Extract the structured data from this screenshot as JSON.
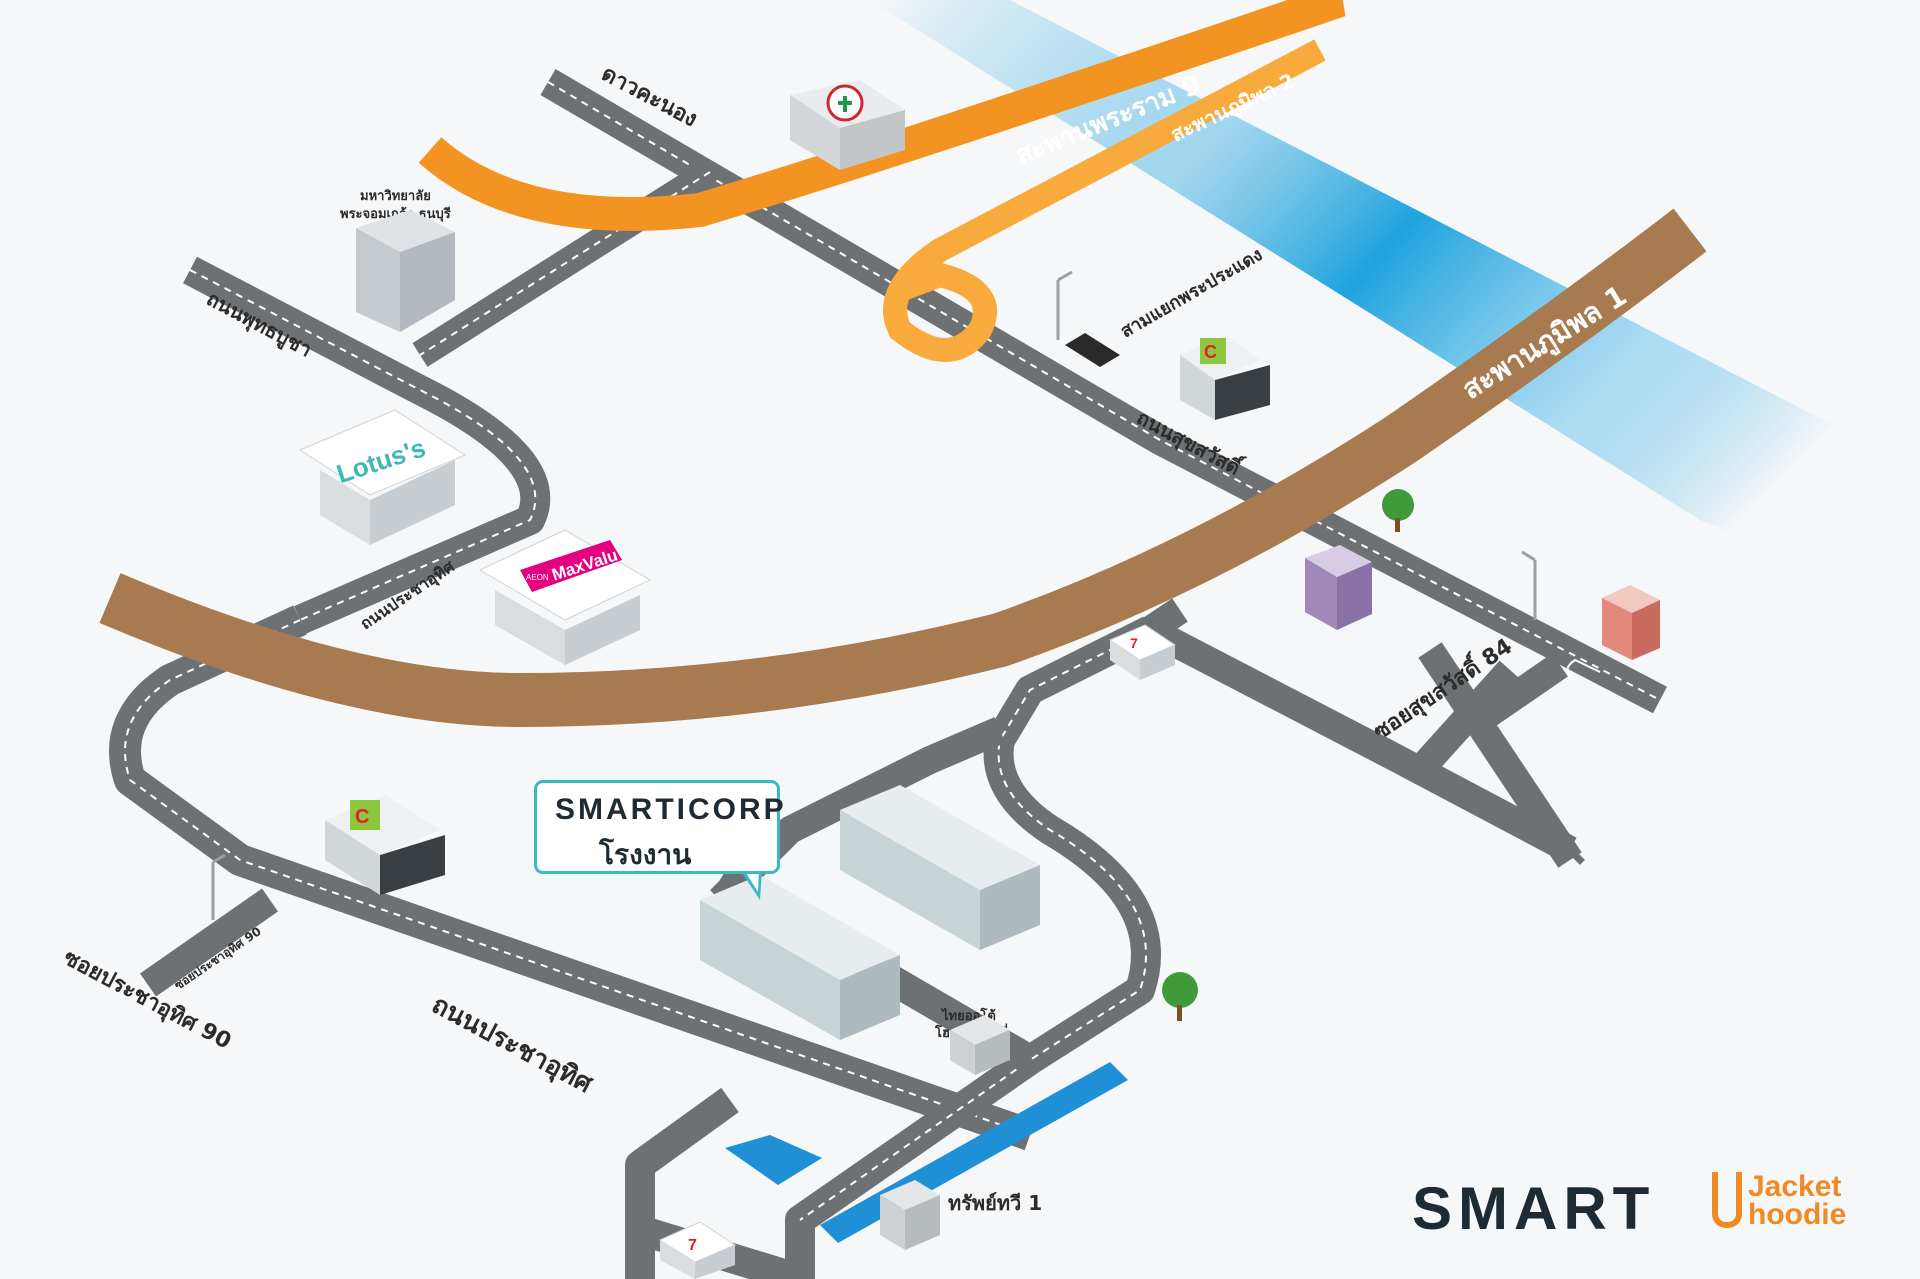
{
  "bridges": {
    "rama9": "สะพานพระราม 9",
    "bhumibol2": "สะพานภูมิพล 2",
    "bhumibol1": "สะพานภูมิพล 1"
  },
  "roads": {
    "dao_khanong": "ดาวคะนอง",
    "phutthabucha": "ถนนพุทธบูชา",
    "pracha_uthit_upper": "ถนนประชาอุทิศ",
    "pracha_uthit_main": "ถนนประชาอุทิศ",
    "suk_sawat": "ถนนสุขสวัสดิ์",
    "soi_suk_sawat_84": "ซอยสุขสวัสดิ์ 84",
    "soi_pracha_uthit_90": "ซอยประชาอุทิศ 90",
    "soi_pracha_uthit_90_small": "ซอยประชาอุทิศ 90"
  },
  "places": {
    "university": [
      "มหาวิทยาลัย",
      "พระจอมเกล้า ธนบุรี"
    ],
    "intersection": "สามแยกพระประแดง",
    "thai_auto": [
      "ไทยออโต้",
      "โฮมแฟคตอรี่"
    ],
    "sap_thawi": "ทรัพย์ทวี 1",
    "lotus": "Lotus's",
    "maxvalu_small": "AEON",
    "maxvalu": "MaxValu"
  },
  "callout": {
    "brand": "SMARTICORP",
    "subtitle": "โรงงาน"
  },
  "logo": {
    "smart": "SMART",
    "jacket": "Jacket",
    "hoodie": "hoodie"
  },
  "colors": {
    "road": "#6e7173",
    "river": "#29a9e0",
    "rama9_bridge": "#f39322",
    "bhumibol2_bridge": "#f8aa3c",
    "bhumibol1_bridge": "#a77a4f",
    "callout_border": "#38b9c3",
    "lotus": "#3fb7b3",
    "maxvalu": "#e4007f"
  },
  "icons": [
    "kasikorn-bank-icon",
    "big-c-icon",
    "seven-eleven-icon",
    "tree-icon",
    "street-lamp-icon",
    "traffic-crossing-icon",
    "u-turn-arrow-icon"
  ]
}
